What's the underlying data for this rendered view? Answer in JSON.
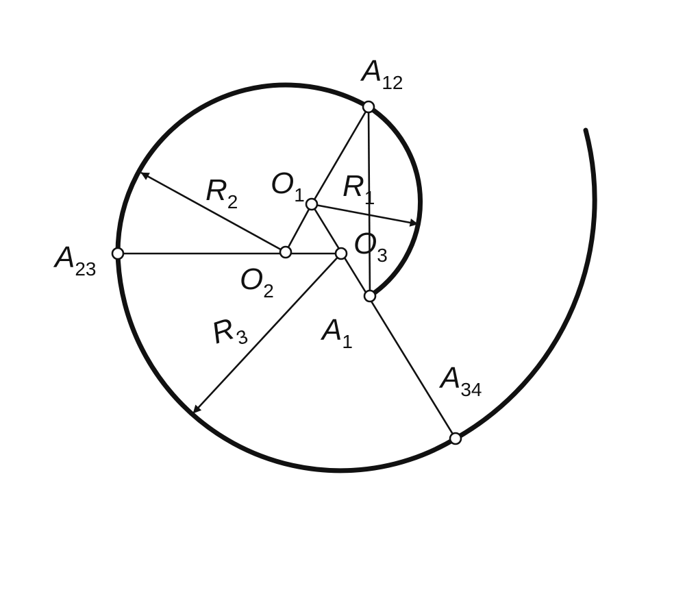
{
  "diagram": {
    "labels": {
      "A12": {
        "letter": "A",
        "sub": "12"
      },
      "A23": {
        "letter": "A",
        "sub": "23"
      },
      "A34": {
        "letter": "A",
        "sub": "34"
      },
      "A1": {
        "letter": "A",
        "sub": "1"
      },
      "O1": {
        "letter": "O",
        "sub": "1"
      },
      "O2": {
        "letter": "O",
        "sub": "2"
      },
      "O3": {
        "letter": "O",
        "sub": "3"
      },
      "R1": {
        "letter": "R",
        "sub": "1"
      },
      "R2": {
        "letter": "R",
        "sub": "2"
      },
      "R3": {
        "letter": "R",
        "sub": "3"
      }
    },
    "colors": {
      "ink": "#111111",
      "background": "#ffffff"
    }
  }
}
